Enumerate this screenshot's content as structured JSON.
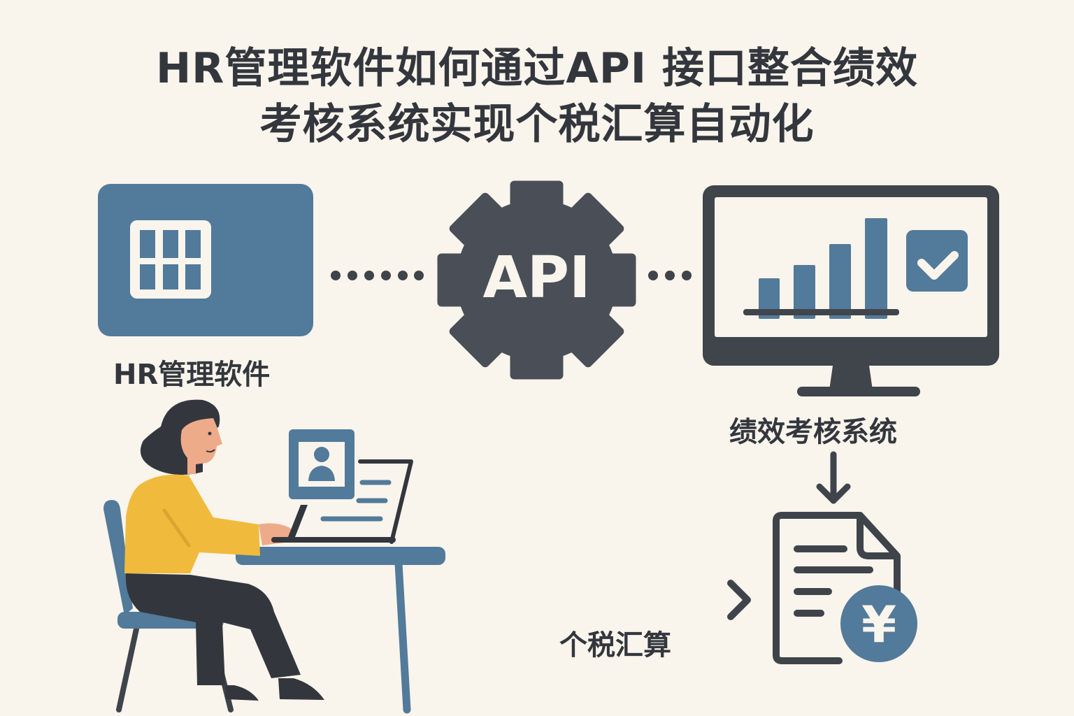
{
  "title": {
    "line1": "HR管理软件如何通过API 接口整合绩效",
    "line2": "考核系统实现个税汇算自动化"
  },
  "nodes": {
    "hr_software": {
      "label": "HR管理软件",
      "icon": "spreadsheet-grid-icon"
    },
    "api": {
      "label": "API",
      "icon": "gear-icon"
    },
    "performance_system": {
      "label": "绩效考核系统",
      "icon": "monitor-bar-chart-icon"
    },
    "tax_settlement": {
      "label": "个税汇算",
      "icon": "document-yen-icon"
    }
  },
  "connectors": {
    "hr_to_api": {
      "style": "dotted",
      "dots": 6
    },
    "api_to_performance": {
      "style": "dotted",
      "dots": 3
    },
    "performance_to_tax": {
      "style": "down-arrow"
    },
    "tax_pointer": {
      "style": "chevron-right"
    }
  },
  "illustration": {
    "description": "woman working on laptop at desk",
    "laptop_card_icon": "user-profile-icon"
  },
  "chart_in_monitor": {
    "bars": 4,
    "relative_heights": [
      42,
      60,
      90,
      128
    ]
  },
  "colors": {
    "background": "#f9f4ec",
    "primary_blue": "#527a9a",
    "dark": "#3f444b",
    "text": "#33373d",
    "shirt_yellow": "#f0bb3c",
    "skin": "#eeab8a"
  },
  "currency_symbol": "¥"
}
